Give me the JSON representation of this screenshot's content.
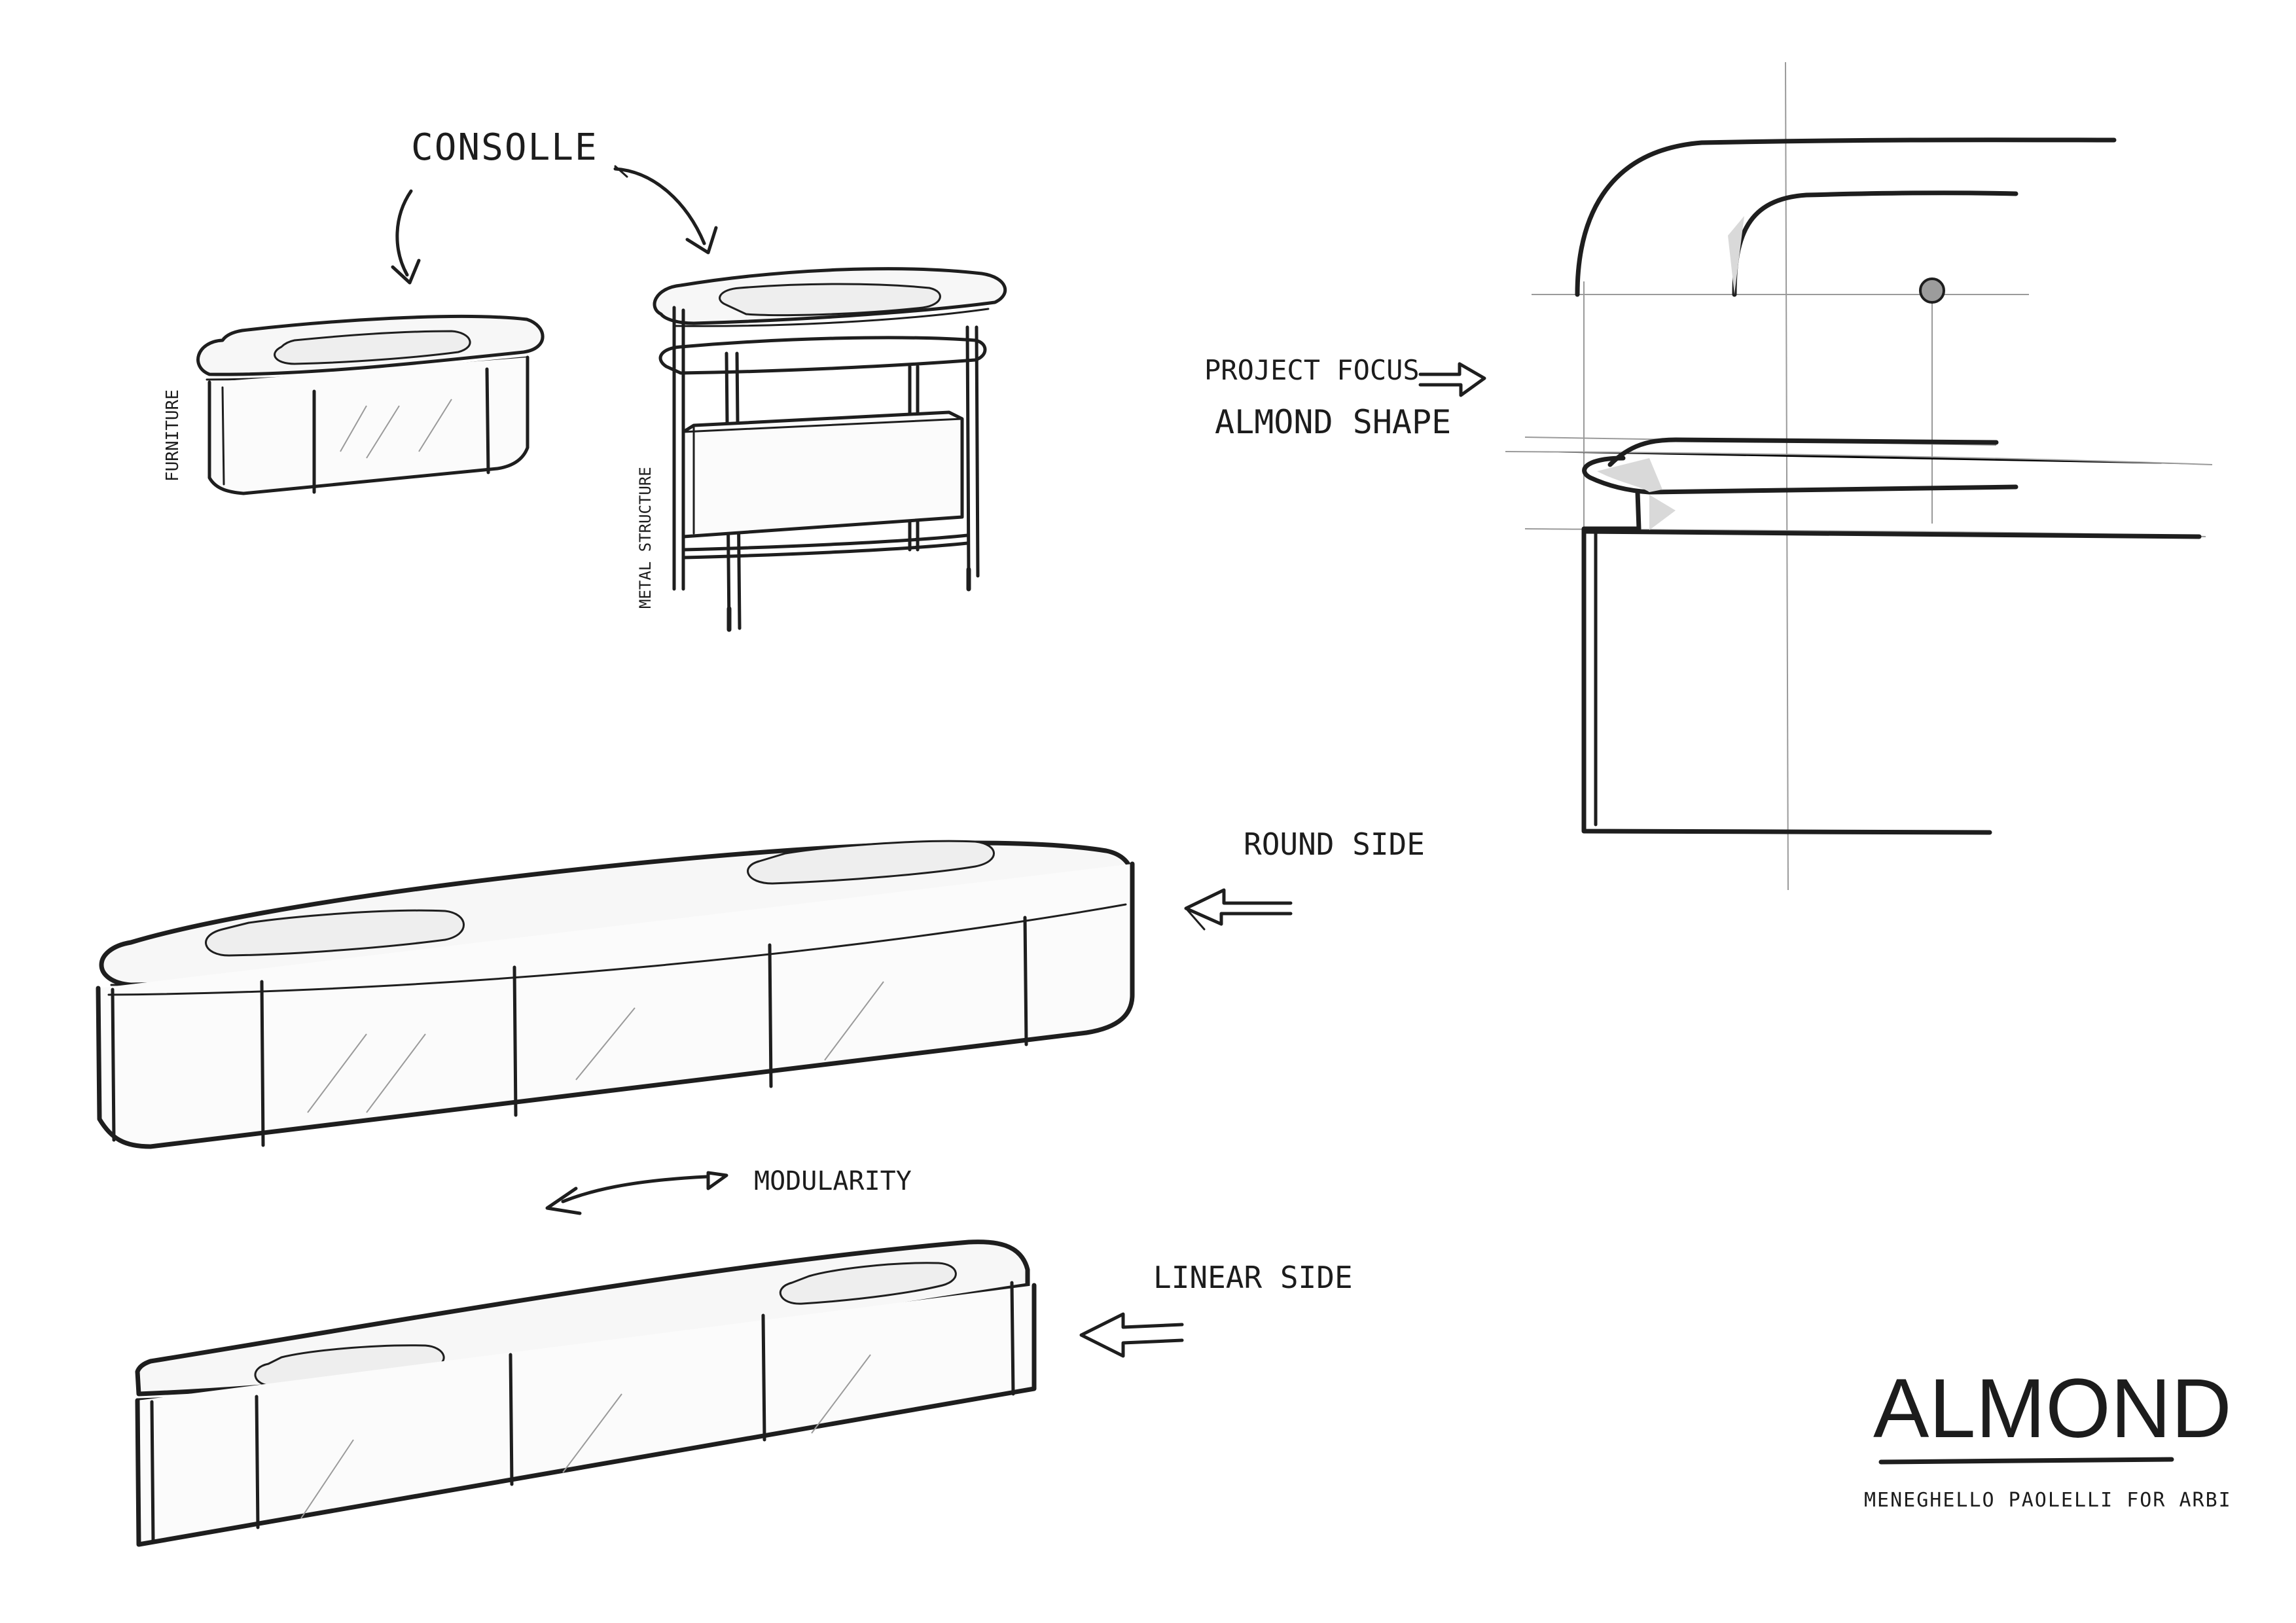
{
  "labels": {
    "consolle": "CONSOLLE",
    "furniture": "FURNITURE",
    "metal_structure": "METAL STRUCTURE",
    "project_focus": "PROJECT FOCUS",
    "almond_shape": "ALMOND SHAPE",
    "round_side": "ROUND SIDE",
    "modularity": "MODULARITY",
    "linear_side": "LINEAR SIDE"
  },
  "brand": {
    "title": "ALMOND",
    "subtitle": "MENEGHELLO PAOLELLI FOR ARBI"
  }
}
